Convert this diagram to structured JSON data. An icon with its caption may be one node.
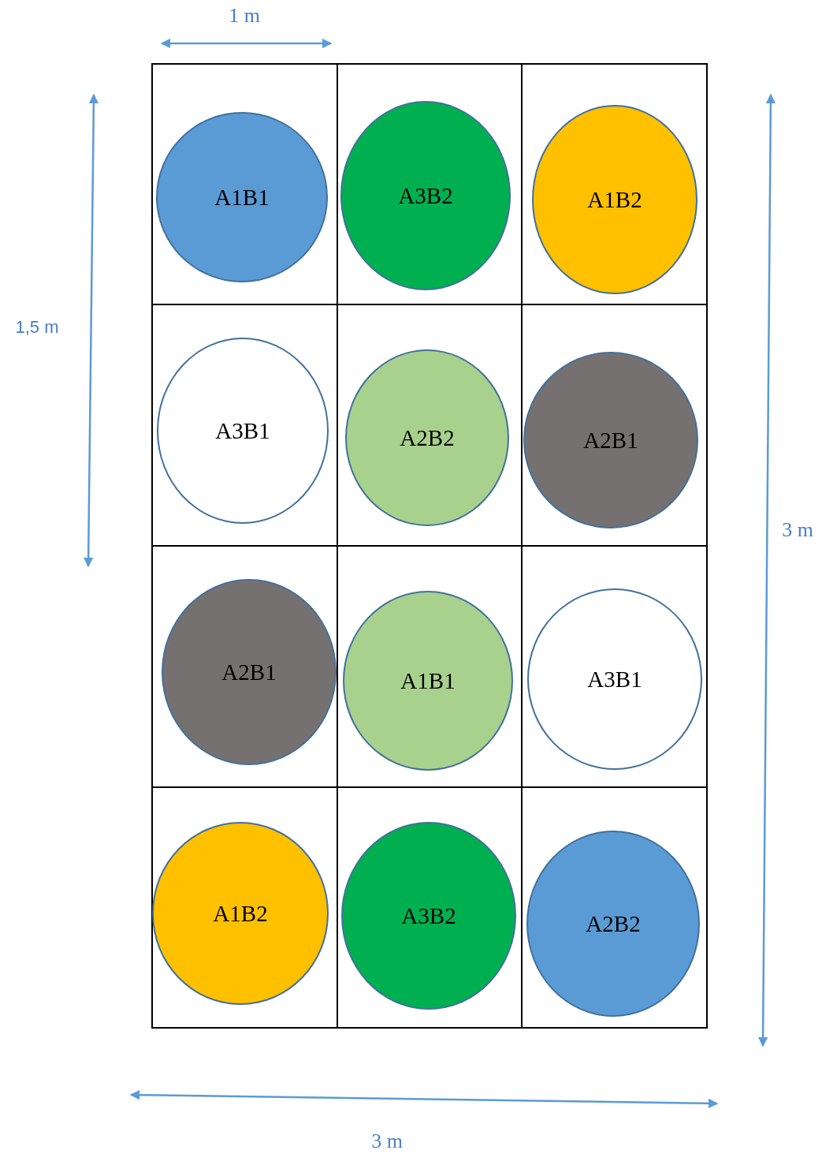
{
  "diagram": {
    "nodes": [
      {
        "text": [
          "A1B1"
        ]
      },
      {
        "text": [
          "A3B2"
        ]
      },
      {
        "text": [
          "A1B2"
        ]
      },
      {
        "text": [
          "A3B1"
        ]
      },
      {
        "text": [
          "A2B2"
        ]
      },
      {
        "text": [
          "A2B1"
        ]
      },
      {
        "text": [
          "A2B1"
        ]
      },
      {
        "text": [
          "A1B1"
        ]
      },
      {
        "text": [
          "A3B1"
        ]
      },
      {
        "text": [
          "A1B2"
        ]
      },
      {
        "text": [
          "A3B2"
        ]
      },
      {
        "text": [
          "A2B2"
        ]
      }
    ],
    "labels": [
      "1 m",
      "1,5 m",
      "3 m",
      "3 m"
    ]
  }
}
